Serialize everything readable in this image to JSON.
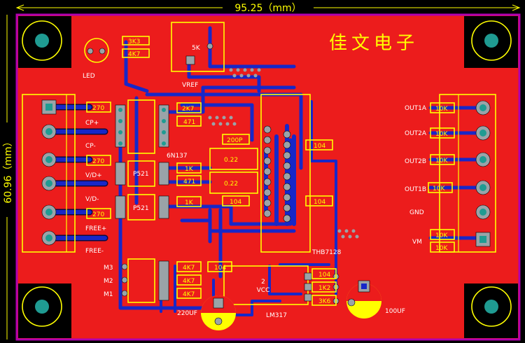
{
  "board": {
    "width_dimension": "95.25（mm）",
    "height_dimension": "60.96（mm）",
    "brand": "佳文电子",
    "colors": {
      "copper_top": "#ec1c1c",
      "copper_bottom": "#1727c8",
      "silkscreen": "#ffff00",
      "pad": "#9aa3a8",
      "pad_hole": "#1f9b92",
      "outline": "#b000b0"
    }
  },
  "labels": {
    "led": "LED",
    "vref": "VREF",
    "pot": "5K",
    "cp_plus": "CP+",
    "cp_minus": "CP-",
    "vd_plus": "V/D+",
    "vd_minus": "V/D-",
    "free_plus": "FREE+",
    "free_minus": "FREE-",
    "ic_6n137": "6N137",
    "ic_p521_a": "P521",
    "ic_p521_b": "P521",
    "ic_tb6712": "THB7128",
    "m3": "M3",
    "m2": "M2",
    "m1": "M1",
    "cap_220": "220UF",
    "cap_100": "100UF",
    "lm317": "LM317",
    "vcc_num": "2",
    "vcc": "VCC",
    "out1a": "OUT1A",
    "out2a": "OUT2A",
    "out2b": "OUT2B",
    "out1b": "OUT1B",
    "gnd": "GND",
    "vm": "VM"
  },
  "resistors": {
    "r3k3": "3K3",
    "r4k7_top": "4K7",
    "r270_1": "270",
    "r270_2": "270",
    "r270_3": "270",
    "r2k7": "2K7",
    "r471_1": "471",
    "r1k_1": "1K",
    "r471_2": "471",
    "r1k_2": "1K",
    "r200p": "200P",
    "r022_1": "0.22",
    "r022_2": "0.22",
    "r104_a": "104",
    "r104_b": "104",
    "r104_c": "104",
    "r104_d": "104",
    "r104_e": "104",
    "r4k7_m3": "4K7",
    "r4k7_m2": "4K7",
    "r4k7_m1": "4K7",
    "r1k2": "1K2",
    "r3k6": "3K6",
    "r10k_1": "10K",
    "r10k_2": "10K",
    "r10k_3": "10K",
    "r10k_4": "10K",
    "r10k_5": "10K",
    "r10k_6": "10K"
  }
}
